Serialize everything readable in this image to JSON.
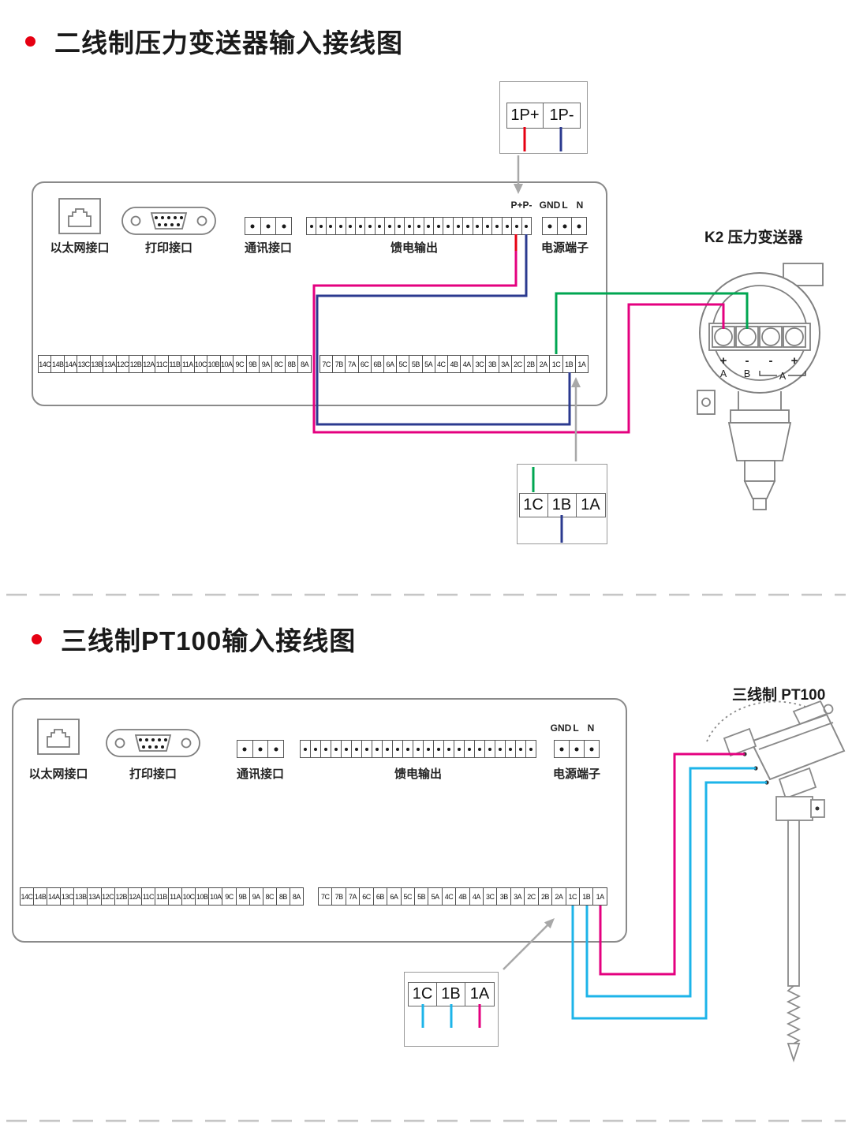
{
  "colors": {
    "red": "#e60012",
    "magenta": "#e4007f",
    "blue": "#2b3a8f",
    "green": "#00a651",
    "cyan": "#1db4e9",
    "gray": "#a8a8a8"
  },
  "section1": {
    "title": "二线制压力变送器输入接线图",
    "top_callout": {
      "cells": [
        "1P+",
        "1P-"
      ]
    },
    "panel": {
      "ethernet_label": "以太网接口",
      "printer_label": "打印接口",
      "comm_label": "通讯接口",
      "feed_label": "馈电输出",
      "power_label": "电源端子",
      "power_terminal_labels": [
        "P+P-",
        "GND",
        "L",
        "N"
      ],
      "feed_cells": 23,
      "comm_cells": 3,
      "power_cells": 3,
      "strip_left": [
        "14C",
        "14B",
        "14A",
        "13C",
        "13B",
        "13A",
        "12C",
        "12B",
        "12A",
        "11C",
        "11B",
        "11A",
        "10C",
        "10B",
        "10A",
        "9C",
        "9B",
        "9A",
        "8C",
        "8B",
        "8A"
      ],
      "strip_right": [
        "7C",
        "7B",
        "7A",
        "6C",
        "6B",
        "6A",
        "5C",
        "5B",
        "5A",
        "4C",
        "4B",
        "4A",
        "3C",
        "3B",
        "3A",
        "2C",
        "2B",
        "2A",
        "1C",
        "1B",
        "1A"
      ]
    },
    "transmitter": {
      "label": "K2  压力变送器",
      "terminal_signs": [
        "+",
        "-",
        "-",
        "+"
      ],
      "terminal_sub": [
        "A",
        "B",
        "A"
      ]
    },
    "bottom_callout": {
      "cells": [
        "1C",
        "1B",
        "1A"
      ]
    }
  },
  "section2": {
    "title": "三线制PT100输入接线图",
    "probe_label": "三线制  PT100",
    "panel": {
      "ethernet_label": "以太网接口",
      "printer_label": "打印接口",
      "comm_label": "通讯接口",
      "feed_label": "馈电输出",
      "power_label": "电源端子",
      "power_terminal_labels": [
        "GND",
        "L",
        "N"
      ],
      "feed_cells": 23,
      "comm_cells": 3,
      "power_cells": 3,
      "strip_left": [
        "14C",
        "14B",
        "14A",
        "13C",
        "13B",
        "13A",
        "12C",
        "12B",
        "12A",
        "11C",
        "11B",
        "11A",
        "10C",
        "10B",
        "10A",
        "9C",
        "9B",
        "9A",
        "8C",
        "8B",
        "8A"
      ],
      "strip_right": [
        "7C",
        "7B",
        "7A",
        "6C",
        "6B",
        "6A",
        "5C",
        "5B",
        "5A",
        "4C",
        "4B",
        "4A",
        "3C",
        "3B",
        "3A",
        "2C",
        "2B",
        "2A",
        "1C",
        "1B",
        "1A"
      ]
    },
    "callout": {
      "cells": [
        "1C",
        "1B",
        "1A"
      ]
    }
  }
}
